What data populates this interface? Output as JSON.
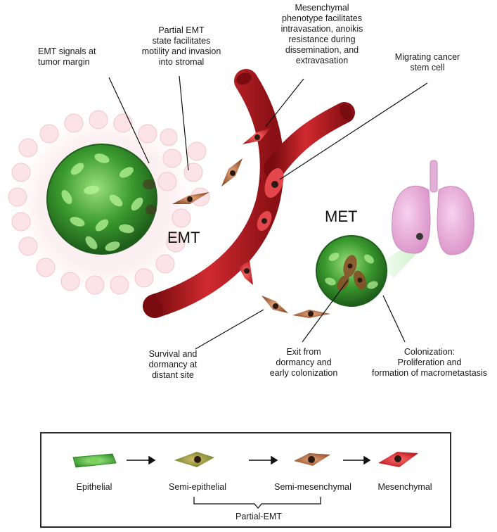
{
  "labels": {
    "emt_signals": [
      "EMT signals at",
      "tumor margin"
    ],
    "partial_emt": [
      "Partial EMT",
      "state facilitates",
      "motility and invasion",
      "into stromal"
    ],
    "mesenchymal_phenotype": [
      "Mesenchymal",
      "phenotype facilitates",
      "intravasation,  anoikis",
      "resistance during",
      "dissemination, and",
      "extravasation"
    ],
    "migrating": [
      "Migrating cancer",
      "stem cell"
    ],
    "emt": "EMT",
    "met": "MET",
    "survival": [
      "Survival and",
      "dormancy at",
      "distant site"
    ],
    "exit": [
      "Exit from",
      "dormancy and",
      "early colonization"
    ],
    "colonization": [
      "Colonization:",
      "Proliferation and",
      "formation of macrometastasis"
    ]
  },
  "legend": {
    "epithelial": "Epithelial",
    "semi_epithelial": "Semi-epithelial",
    "semi_mesenchymal": "Semi-mesenchymal",
    "mesenchymal": "Mesenchymal",
    "partial_emt": "Partial-EMT"
  },
  "colors": {
    "vessel": "#b3161b",
    "vessel_dark": "#7a0c10",
    "tumor_green": "#2f8a2a",
    "lung_pink": "#e8a6d6",
    "stroma_pink": "#f6d8de"
  }
}
